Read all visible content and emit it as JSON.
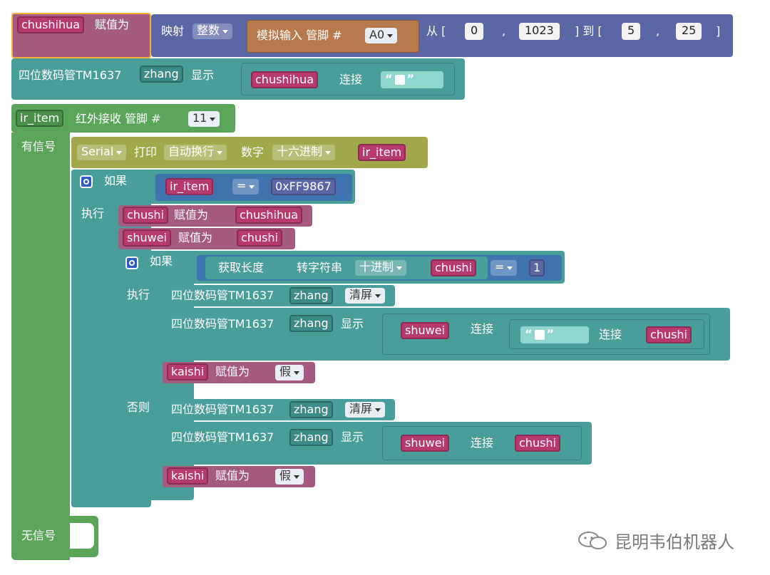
{
  "colors": {
    "var_red": "#a55b80",
    "var_chip": "#b73a6f",
    "map_blue": "#5b67a5",
    "display_teal": "#4a9e99",
    "ir_green": "#5ba55b",
    "serial_olive": "#a1a84b",
    "math_blue": "#3f73ae",
    "num_blue": "#5b67a5",
    "analog_brown": "#b67a4c",
    "bool_blue": "#4a6ea8",
    "text_teal": "#8fd5d0"
  },
  "blocks": {
    "assign1": {
      "var": "chushihua",
      "label": "赋值为"
    },
    "map": {
      "label": "映射",
      "type": "整数",
      "from_label": "从 [",
      "to_label": "] 到 [",
      "end_label": "]",
      "sep": ",",
      "from_low": "0",
      "from_high": "1023",
      "to_low": "5",
      "to_high": "25"
    },
    "analog": {
      "label": "模拟输入 管脚 #",
      "pin": "A0"
    },
    "display1": {
      "label": "四位数码管TM1637",
      "name": "zhang",
      "action": "显示",
      "var": "chushihua",
      "concat": "连接",
      "quote_l": "“",
      "quote_r": "”"
    },
    "ir": {
      "var": "ir_item",
      "label": "红外接收 管脚 #",
      "pin": "11",
      "has_signal": "有信号",
      "no_signal": "无信号"
    },
    "serial": {
      "port": "Serial",
      "print": "打印",
      "mode": "自动换行",
      "num": "数字",
      "base": "十六进制",
      "var": "ir_item"
    },
    "if1": {
      "label": "如果",
      "var": "ir_item",
      "op": "=",
      "value": "0xFF9867",
      "then": "执行"
    },
    "assign2": {
      "var": "chushi",
      "label": "赋值为",
      "value": "chushihua"
    },
    "assign3": {
      "var": "shuwei",
      "label": "赋值为",
      "value": "chushi"
    },
    "if2": {
      "label": "如果",
      "len": "获取长度",
      "tostr": "转字符串",
      "base": "十进制",
      "var": "chushi",
      "op": "=",
      "value": "1",
      "then": "执行",
      "else": "否则"
    },
    "clear1": {
      "label": "四位数码管TM1637",
      "name": "zhang",
      "action": "清屏"
    },
    "display2": {
      "label": "四位数码管TM1637",
      "name": "zhang",
      "action": "显示",
      "var1": "shuwei",
      "concat": "连接",
      "var2": "chushi"
    },
    "assign4": {
      "var": "kaishi",
      "label": "赋值为",
      "value": "假"
    },
    "clear2": {
      "label": "四位数码管TM1637",
      "name": "zhang",
      "action": "清屏"
    },
    "display3": {
      "label": "四位数码管TM1637",
      "name": "zhang",
      "action": "显示",
      "var1": "shuwei",
      "concat": "连接",
      "var2": "chushi"
    },
    "assign5": {
      "var": "kaishi",
      "label": "赋值为",
      "value": "假"
    }
  },
  "watermark": {
    "text": "昆明韦伯机器人",
    "icon": "wechat-icon"
  }
}
